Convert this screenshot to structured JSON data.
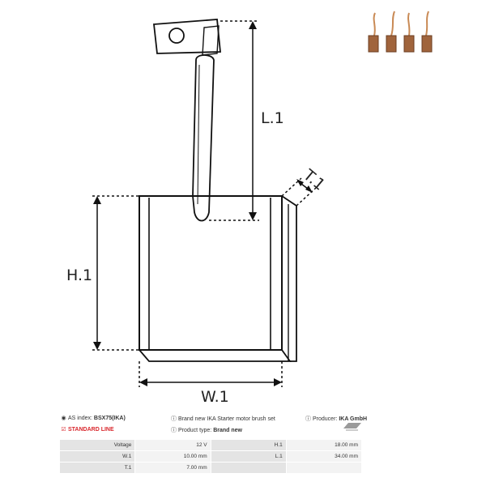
{
  "drawing": {
    "labels": {
      "length": "L.1",
      "height": "H.1",
      "width": "W.1",
      "thickness": "T.1"
    }
  },
  "info": {
    "as_index_label": "AS index:",
    "as_index_value": "BSX75(IKA)",
    "standard_line": "STANDARD LINE",
    "description": "Brand new IKA Starter motor brush set",
    "product_type_label": "Product type:",
    "product_type_value": "Brand new",
    "producer_label": "Producer:",
    "producer_value": "IKA GmbH"
  },
  "specs": {
    "rows": [
      {
        "label1": "Voltage",
        "value1": "12 V",
        "label2": "H.1",
        "value2": "18.00 mm"
      },
      {
        "label1": "W.1",
        "value1": "10.00 mm",
        "label2": "L.1",
        "value2": "34.00 mm"
      },
      {
        "label1": "T.1",
        "value1": "7.00 mm",
        "label2": "",
        "value2": ""
      }
    ]
  },
  "colors": {
    "accent_red": "#d9262c",
    "brush_copper": "#b8764a",
    "line": "#111111"
  },
  "icons": {
    "as_index": "eye-icon",
    "standard": "checkbox-icon",
    "info": "info-icon",
    "producer_logo": "ika-logo-icon"
  }
}
